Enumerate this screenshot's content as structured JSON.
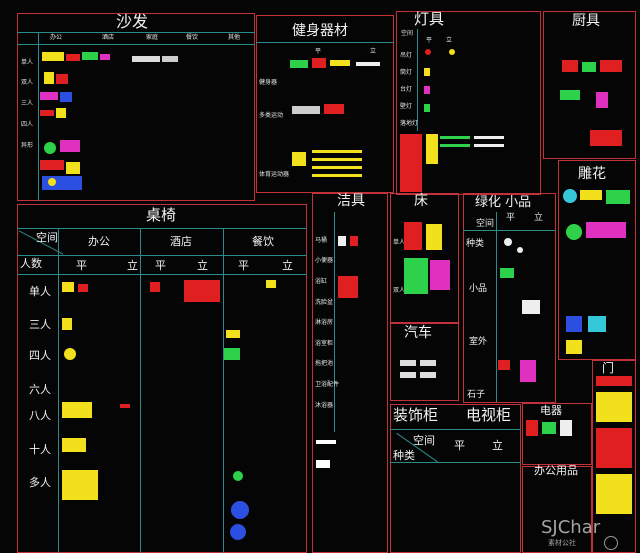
{
  "colors": {
    "background": "#050505",
    "border": "#c0313a",
    "grid": "#2f8a8a",
    "text": "#f2f2f2",
    "yellow": "#f2e01c",
    "red": "#e02020",
    "green": "#2ed24a",
    "magenta": "#e030c0",
    "blue": "#2b4fe0",
    "cyan": "#34c8d8"
  },
  "sofa": {
    "title": "沙发",
    "cols": [
      "办公",
      "酒店",
      "家庭",
      "餐饮",
      "其他"
    ],
    "row_labels": [
      "单人",
      "双人",
      "三人",
      "四人",
      "异形"
    ]
  },
  "fitness": {
    "title": "健身器材",
    "plan": "平",
    "elev": "立",
    "rows": [
      "健身器",
      "多类运动",
      "体育运动器"
    ]
  },
  "lamp": {
    "title": "灯具",
    "header": "空间",
    "plan": "平",
    "elev": "立",
    "rows": [
      "吊灯",
      "筒灯",
      "台灯",
      "壁灯",
      "落地灯"
    ]
  },
  "kitchen": {
    "title": "厨具"
  },
  "carving": {
    "title": "雕花"
  },
  "chairs": {
    "title": "桌椅",
    "corner_top": "空间",
    "corner_bottom": "人数",
    "groups": [
      "办公",
      "酒店",
      "餐饮"
    ],
    "plan": "平",
    "elev": "立",
    "rows": [
      "单人",
      "三人",
      "四人",
      "六人",
      "八人",
      "十人",
      "多人"
    ]
  },
  "sanitary": {
    "title": "洁具",
    "rows": [
      "马桶",
      "小便器",
      "浴缸",
      "洗脸盆",
      "淋浴房",
      "浴室柜",
      "拖把池",
      "卫浴配件",
      "沐浴器"
    ]
  },
  "bed": {
    "title": "床",
    "rows": [
      "单人",
      "双人"
    ]
  },
  "green": {
    "title": "绿化 小品",
    "space": "空间",
    "plan": "平",
    "elev": "立",
    "rows": [
      "种类",
      "小品",
      "室外",
      "石子"
    ]
  },
  "car": {
    "title": "汽车"
  },
  "cabinet": {
    "title1": "装饰柜",
    "title2": "电视柜",
    "corner_top": "空间",
    "corner_bottom": "种类",
    "plan": "平",
    "elev": "立"
  },
  "appliance": {
    "title": "电器"
  },
  "office": {
    "title": "办公用品"
  },
  "door": {
    "title": "门"
  },
  "watermark": {
    "brand": "SJChar",
    "sub": "素材公社"
  }
}
